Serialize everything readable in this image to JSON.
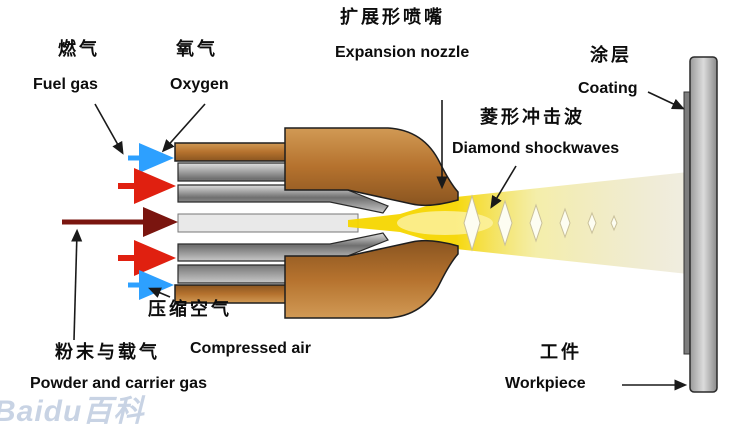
{
  "labels": {
    "fuel_gas_zh": "燃气",
    "fuel_gas_en": "Fuel gas",
    "oxygen_zh": "氧气",
    "oxygen_en": "Oxygen",
    "expansion_nozzle_zh": "扩展形喷嘴",
    "expansion_nozzle_en": "Expansion nozzle",
    "coating_zh": "涂层",
    "coating_en": "Coating",
    "shockwaves_zh": "菱形冲击波",
    "shockwaves_en": "Diamond shockwaves",
    "compressed_air_zh": "压缩空气",
    "compressed_air_en": "Compressed air",
    "powder_zh": "粉末与载气",
    "powder_en": "Powder and carrier gas",
    "workpiece_zh": "工件",
    "workpiece_en": "Workpiece"
  },
  "watermark": "Baidu百科",
  "colors": {
    "copper": "#b5722e",
    "copper_light": "#d19a55",
    "copper_dark": "#8a5520",
    "steel_light": "#dedede",
    "steel_dark": "#6f6f6f",
    "flame": "#f6d600",
    "flame_core": "#fcf3a6",
    "plume": "#cfc49a",
    "fuel_arrow": "#2da0ff",
    "oxygen_arrow": "#e02010",
    "powder_arrow": "#7a150f",
    "workpiece_fill": "#b9b9b9",
    "coating_layer": "#7d7d7d",
    "leader": "#1a1a1a"
  }
}
